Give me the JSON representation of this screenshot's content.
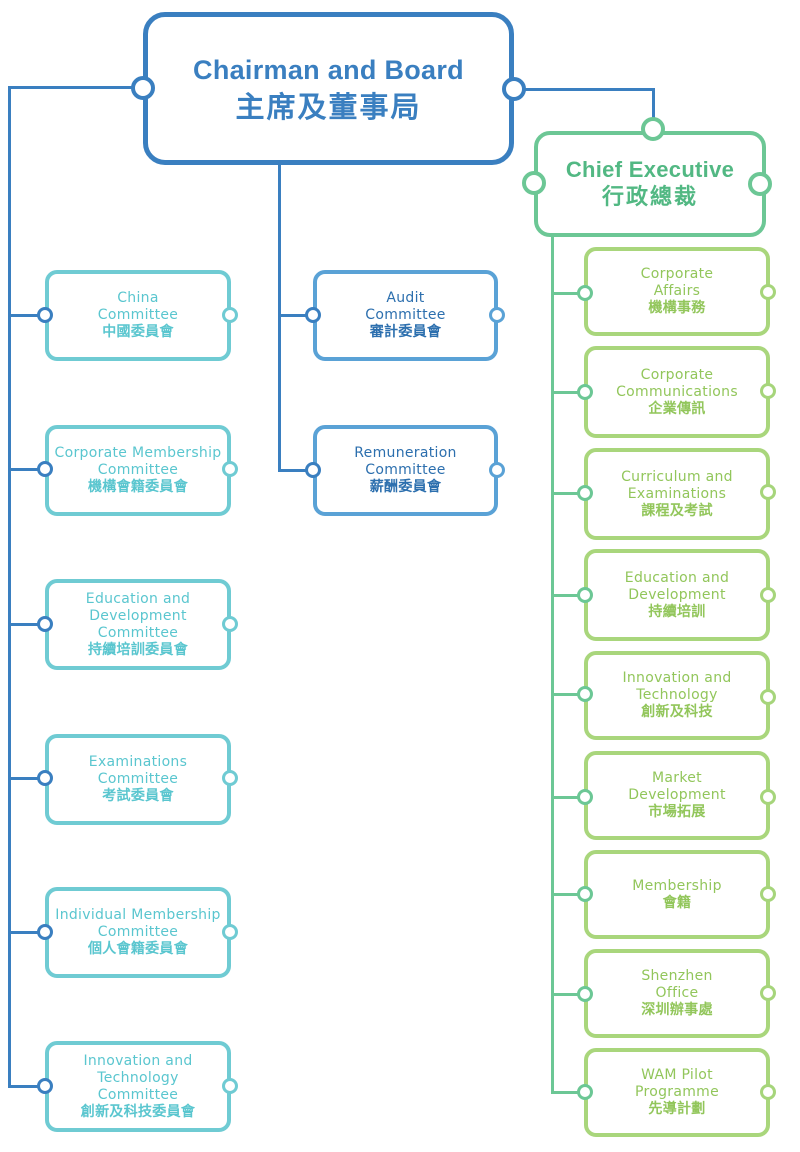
{
  "chairman": {
    "en": "Chairman and Board",
    "zh": "主席及董事局"
  },
  "chief_executive": {
    "en": "Chief Executive",
    "zh": "行政總裁"
  },
  "board_committees_left": [
    {
      "en": "China\nCommittee",
      "zh": "中國委員會"
    },
    {
      "en": "Corporate Membership\nCommittee",
      "zh": "機構會籍委員會"
    },
    {
      "en": "Education and\nDevelopment\nCommittee",
      "zh": "持續培訓委員會"
    },
    {
      "en": "Examinations\nCommittee",
      "zh": "考試委員會"
    },
    {
      "en": "Individual Membership\nCommittee",
      "zh": "個人會籍委員會"
    },
    {
      "en": "Innovation and\nTechnology\nCommittee",
      "zh": "創新及科技委員會"
    }
  ],
  "board_committees_middle": [
    {
      "en": "Audit\nCommittee",
      "zh": "審計委員會"
    },
    {
      "en": "Remuneration\nCommittee",
      "zh": "薪酬委員會"
    }
  ],
  "departments": [
    {
      "en": "Corporate\nAffairs",
      "zh": "機構事務"
    },
    {
      "en": "Corporate\nCommunications",
      "zh": "企業傳訊"
    },
    {
      "en": "Curriculum and\nExaminations",
      "zh": "課程及考試"
    },
    {
      "en": "Education and\nDevelopment",
      "zh": "持續培訓"
    },
    {
      "en": "Innovation and\nTechnology",
      "zh": "創新及科技"
    },
    {
      "en": "Market\nDevelopment",
      "zh": "市場拓展"
    },
    {
      "en": "Membership",
      "zh": "會籍"
    },
    {
      "en": "Shenzhen\nOffice",
      "zh": "深圳辦事處"
    },
    {
      "en": "WAM Pilot\nProgramme",
      "zh": "先導計劃"
    }
  ]
}
